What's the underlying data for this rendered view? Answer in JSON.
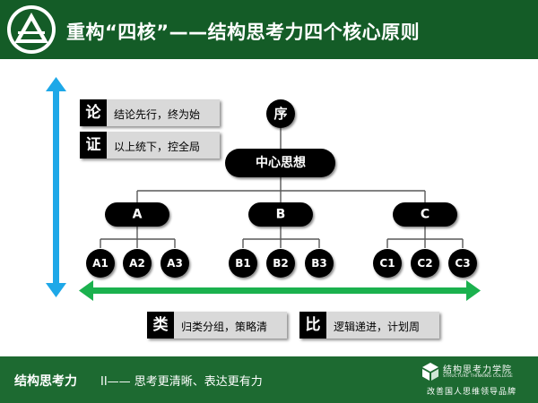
{
  "header": {
    "title": "重构“四核”——结构思考力四个核心原则"
  },
  "principles": {
    "lun": {
      "char": "论",
      "text": "结论先行，终为始"
    },
    "zheng": {
      "char": "证",
      "text": "以上统下，控全局"
    },
    "lei": {
      "char": "类",
      "text": "归类分组，策略清"
    },
    "bi": {
      "char": "比",
      "text": "逻辑递进，计划周"
    }
  },
  "diagram": {
    "preface": "序",
    "center": "中心思想",
    "groups": [
      {
        "label": "A",
        "children": [
          "A1",
          "A2",
          "A3"
        ]
      },
      {
        "label": "B",
        "children": [
          "B1",
          "B2",
          "B3"
        ]
      },
      {
        "label": "C",
        "children": [
          "C1",
          "C2",
          "C3"
        ]
      }
    ]
  },
  "colors": {
    "header_green": "#145c27",
    "footer_green": "#1d6a31",
    "vertical_arrow_blue": "#1ea8e8",
    "horizontal_arrow_green": "#1bb14e",
    "node_black": "#000000"
  },
  "footer": {
    "title": "结构思考力",
    "subtitle": "II—— 思考更清晰、表达更有力",
    "brand_name": "结构思考力学院",
    "brand_en": "STRUCTURE THINKING COLLEGE",
    "slogan": "改善国人思维领导品牌"
  }
}
